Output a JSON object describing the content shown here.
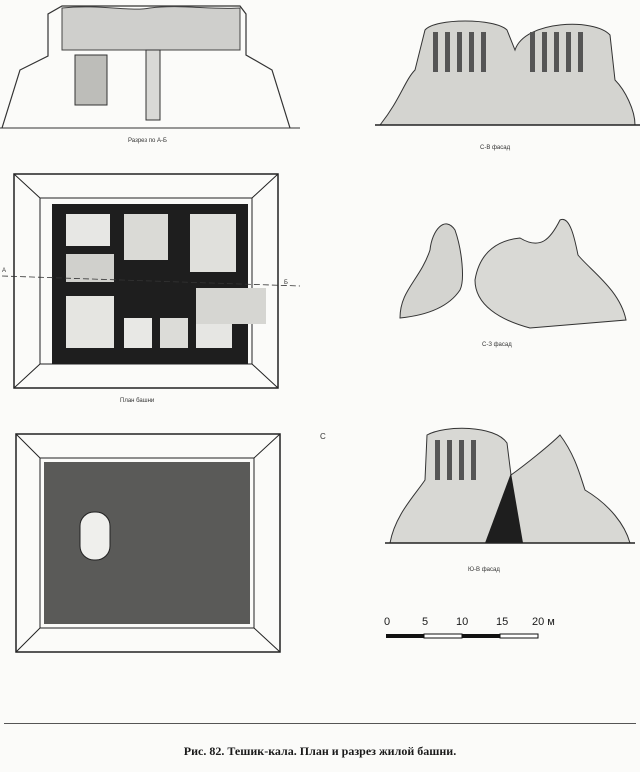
{
  "labels": {
    "section_ab": "Разрез по А-Б",
    "facade_sv": "С-В фасад",
    "tower_plan": "План башни",
    "facade_sz": "С-З фасад",
    "facade_yuv": "Ю-В фасад"
  },
  "plan_markers": {
    "a": "А",
    "b": "Б",
    "c": "С"
  },
  "scale": {
    "ticks": [
      "0",
      "5",
      "10",
      "15",
      "20 м"
    ]
  },
  "caption": "Рис. 82. Тешик-кала. План и разрез жилой башни."
}
